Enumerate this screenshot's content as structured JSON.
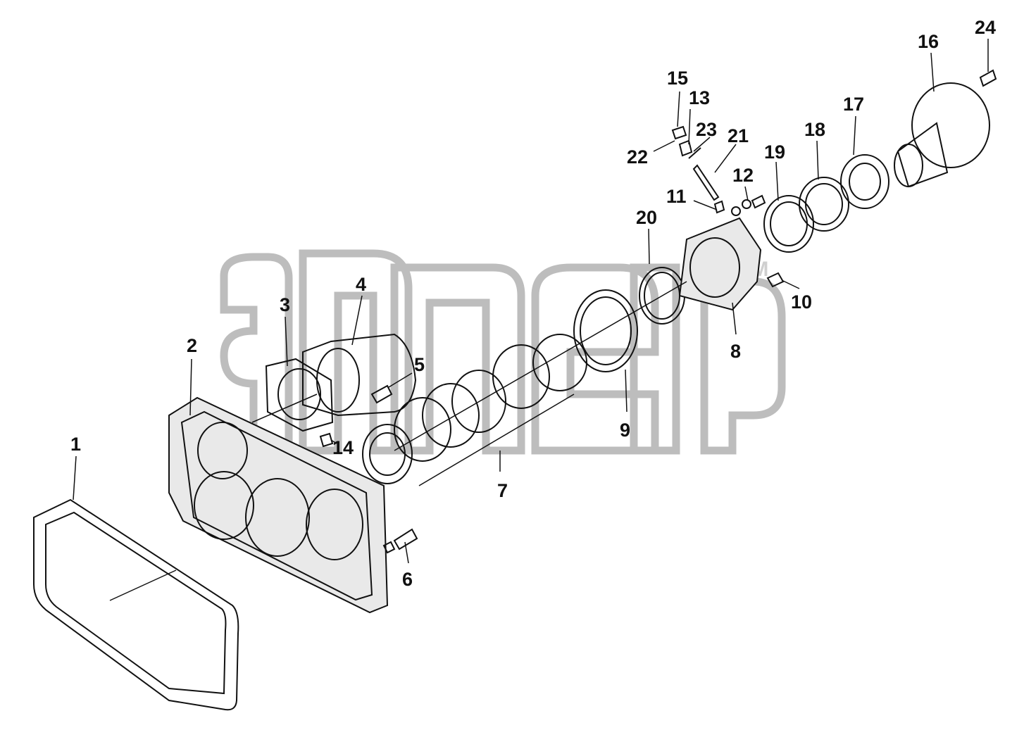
{
  "diagram": {
    "callouts": [
      "1",
      "2",
      "3",
      "4",
      "5",
      "6",
      "7",
      "8",
      "9",
      "10",
      "11",
      "12",
      "13",
      "14",
      "15",
      "16",
      "17",
      "18",
      "19",
      "20",
      "21",
      "22",
      "23",
      "24"
    ],
    "watermark": {
      "text": "amep",
      "mark": "TM"
    }
  }
}
